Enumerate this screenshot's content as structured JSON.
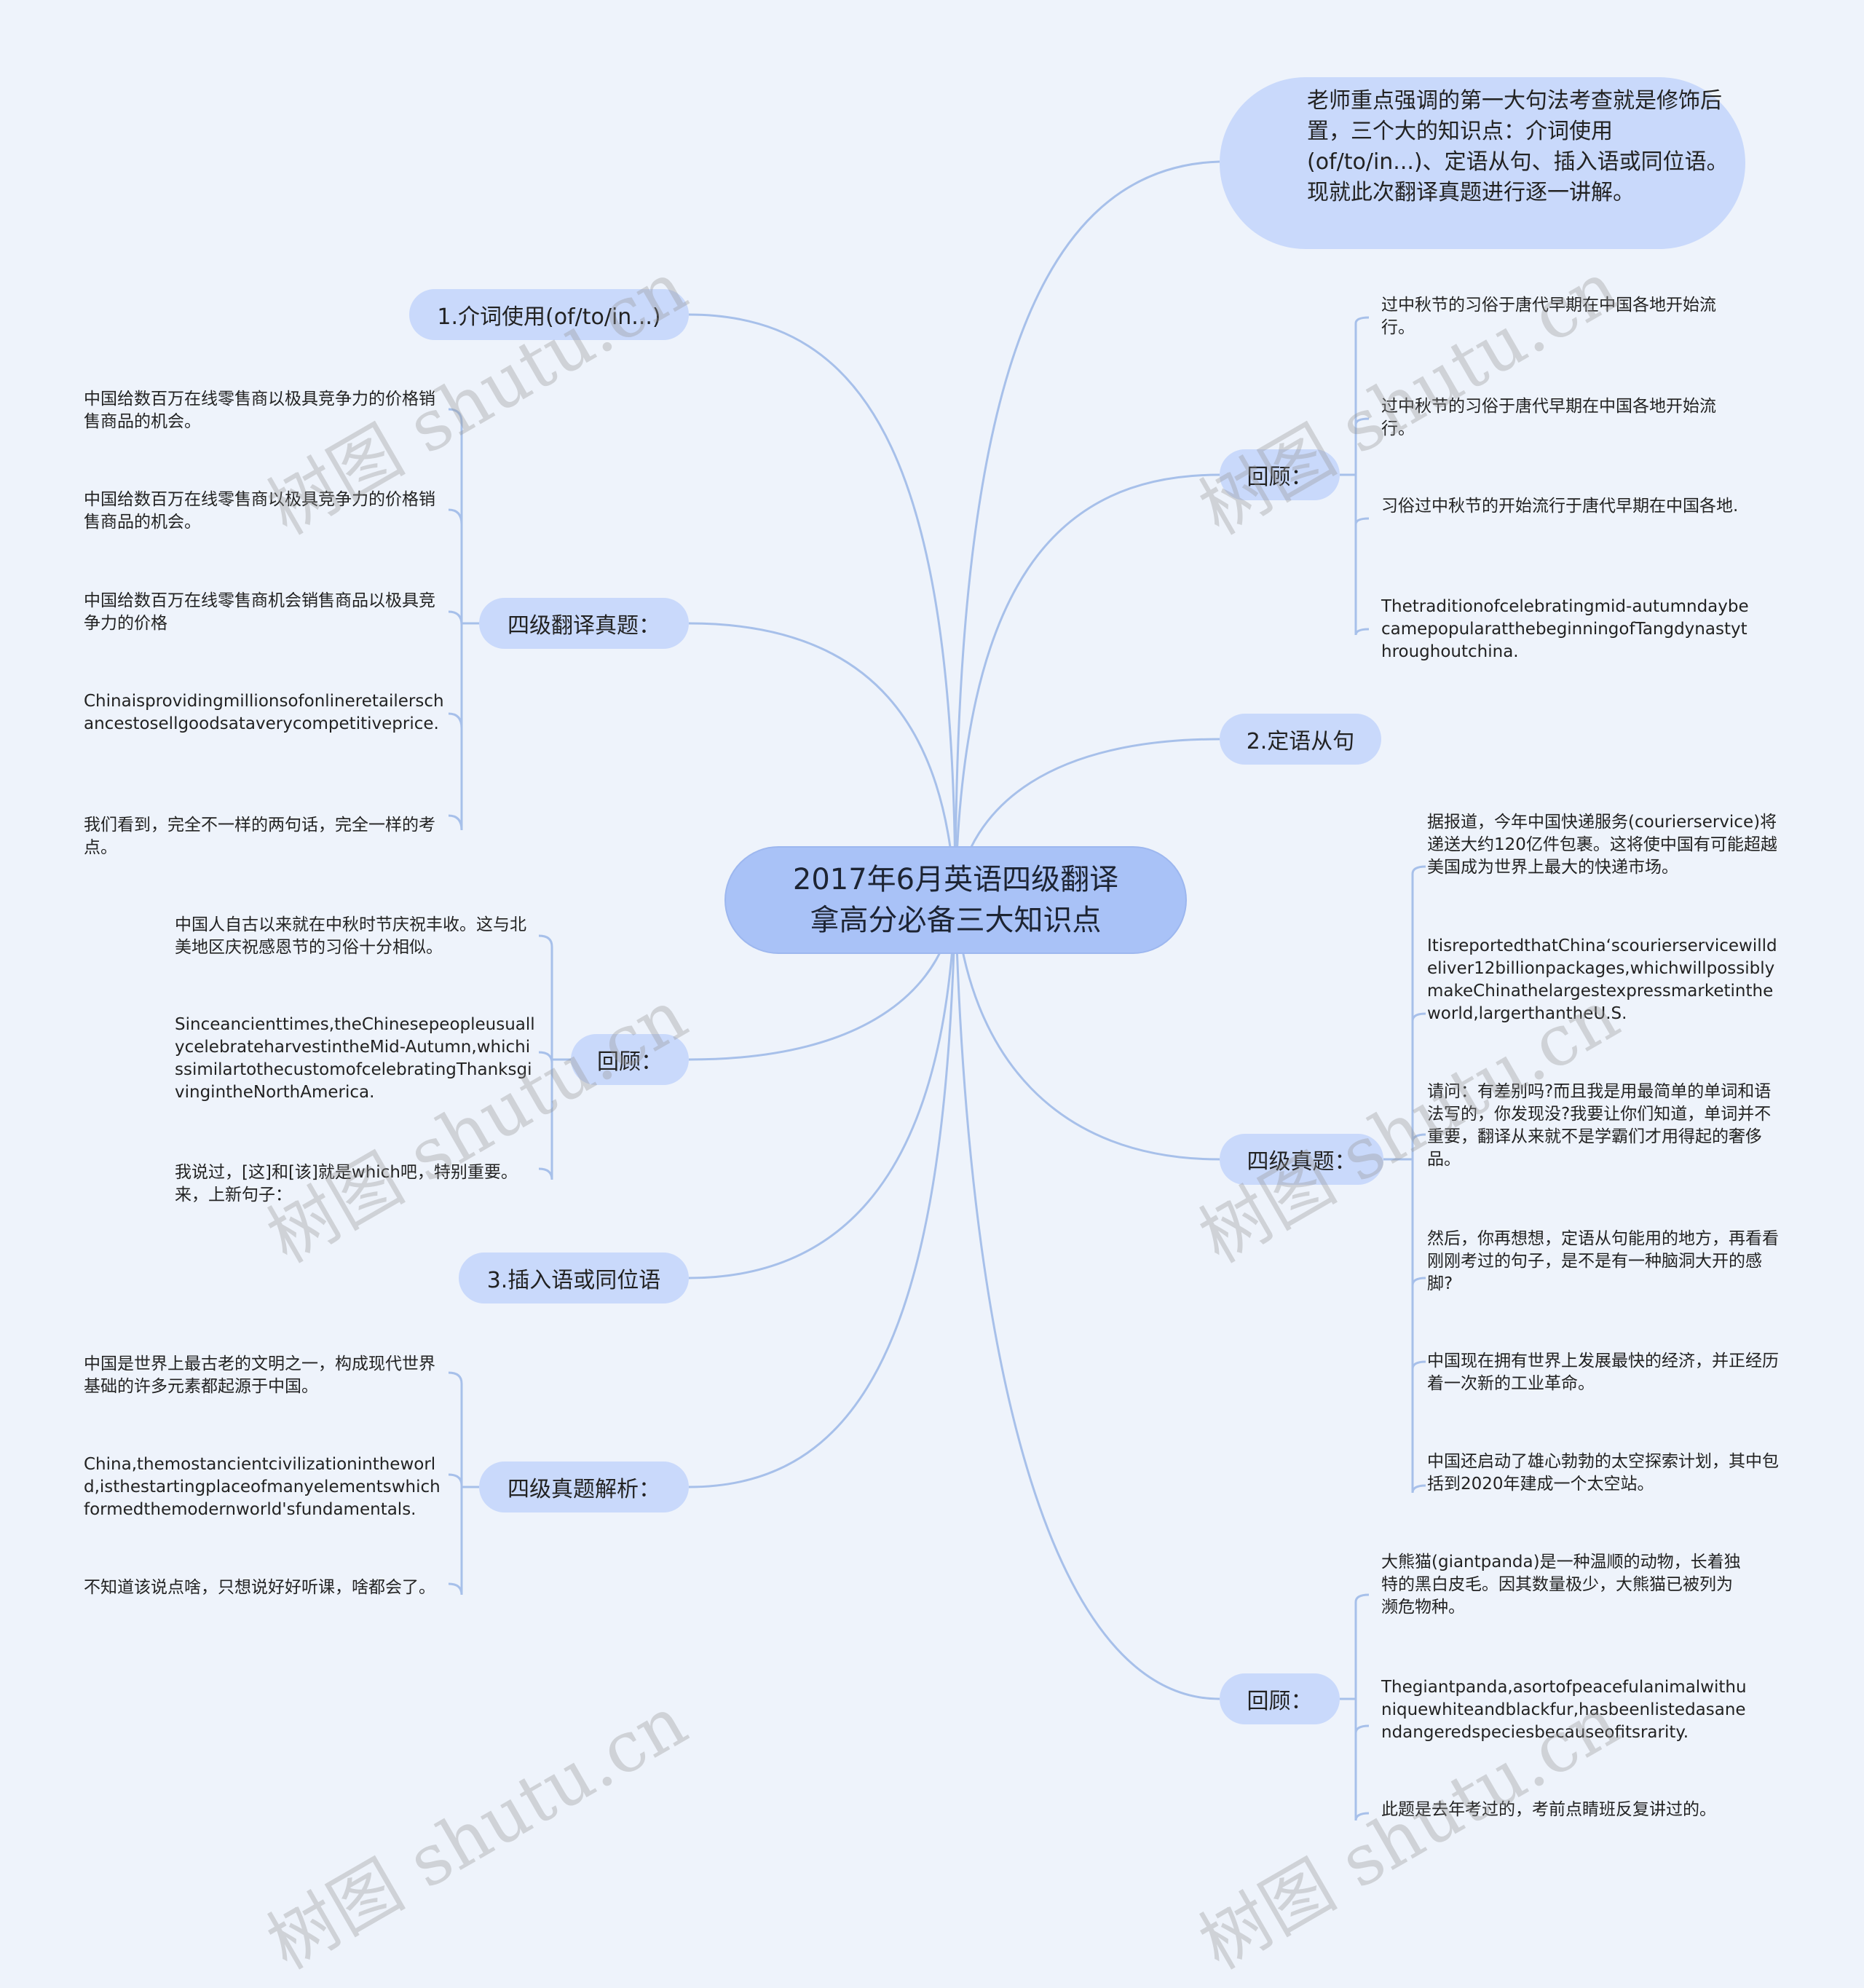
{
  "root": {
    "title": "2017年6月英语四级翻译拿高分必备三大知识点"
  },
  "right": {
    "intro": "老师重点强调的第一大句法考查就是修饰后置，三个大的知识点：介词使用(of/to/in...)、定语从句、插入语或同位语。现就此次翻译真题进行逐一讲解。",
    "review1": {
      "label": "回顾：",
      "items": [
        "过中秋节的习俗于唐代早期在中国各地开始流行。",
        "过中秋节的习俗于唐代早期在中国各地开始流行。",
        "习俗过中秋节的开始流行于唐代早期在中国各地.",
        "Thetraditionofcelebratingmid-autumndaybecamepopularatthebeginningofTangdynastythroughoutchina."
      ]
    },
    "relative_clause": {
      "label": "2.定语从句"
    },
    "cet4_real": {
      "label": "四级真题：",
      "items": [
        "据报道，今年中国快递服务(courierservice)将递送大约120亿件包裹。这将使中国有可能超越美国成为世界上最大的快递市场。",
        "ItisreportedthatChina‘scourierservicewilldeliver12billionpackages,whichwillpossiblymakeChinathelargestexpressmarketintheworld,largerthantheU.S.",
        "请问：有差别吗?而且我是用最简单的单词和语法写的，你发现没?我要让你们知道，单词并不重要，翻译从来就不是学霸们才用得起的奢侈品。",
        "然后，你再想想，定语从句能用的地方，再看看刚刚考过的句子，是不是有一种脑洞大开的感脚?",
        "中国现在拥有世界上发展最快的经济，并正经历着一次新的工业革命。",
        "中国还启动了雄心勃勃的太空探索计划，其中包括到2020年建成一个太空站。"
      ]
    },
    "review2": {
      "label": "回顾：",
      "items": [
        "大熊猫(giantpanda)是一种温顺的动物，长着独特的黑白皮毛。因其数量极少，大熊猫已被列为濒危物种。",
        "Thegiantpanda,asortofpeacefulanimalwithuniquewhiteandblackfur,hasbeenlistedasanendangeredspeciesbecauseofitsrarity.",
        "此题是去年考过的，考前点睛班反复讲过的。"
      ]
    }
  },
  "left": {
    "prep": {
      "label": "1.介词使用(of/to/in...)"
    },
    "cet4_translation": {
      "label": "四级翻译真题：",
      "items": [
        "中国给数百万在线零售商以极具竞争力的价格销售商品的机会。",
        "中国给数百万在线零售商以极具竞争力的价格销售商品的机会。",
        "中国给数百万在线零售商机会销售商品以极具竞争力的价格",
        "Chinaisprovidingmillionsofonlineretailerschancestosellgoodsataverycompetitiveprice.",
        "我们看到，完全不一样的两句话，完全一样的考点。"
      ]
    },
    "review": {
      "label": "回顾：",
      "items": [
        "中国人自古以来就在中秋时节庆祝丰收。这与北美地区庆祝感恩节的习俗十分相似。",
        "Sinceancienttimes,theChinesepeopleusuallycelebrateharvestintheMid-Autumn,whichissimilartothecustomofcelebratingThanksgivingintheNorthAmerica.",
        "我说过，[这]和[该]就是which吧，特别重要。来，上新句子："
      ]
    },
    "parenthesis": {
      "label": "3.插入语或同位语"
    },
    "analysis": {
      "label": "四级真题解析：",
      "items": [
        "中国是世界上最古老的文明之一，构成现代世界基础的许多元素都起源于中国。",
        "China,themostancientcivilizationintheworld,isthestartingplaceofmanyelementswhichformedthemodernworld'sfundamentals.",
        "不知道该说点啥，只想说好好听课，啥都会了。"
      ]
    }
  },
  "watermark": "树图 shutu.cn",
  "colors": {
    "edge": "#a7c0ea",
    "node": "#c9d9fb",
    "root": "#a9c2f7",
    "background": "#eef3fb"
  }
}
